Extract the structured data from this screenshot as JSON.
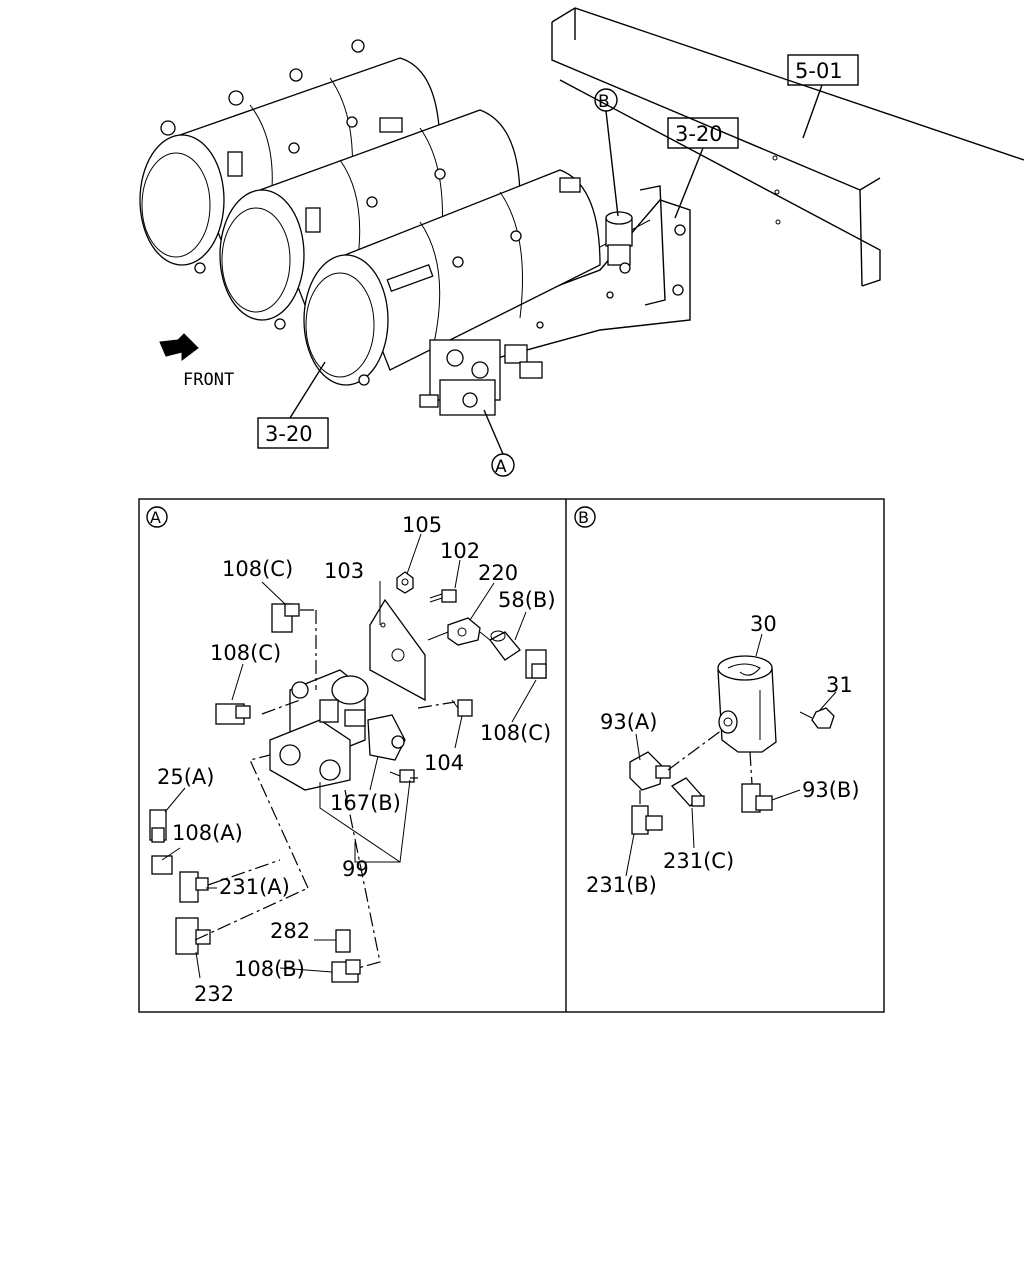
{
  "overview": {
    "ref_frame": "5-01",
    "ref_bracket": "3-20",
    "ref_tanks": "3-20",
    "front_label": "FRONT",
    "callout_a": "A",
    "callout_b": "B"
  },
  "panel_a": {
    "tag": "A",
    "labels": {
      "p105": "105",
      "p102": "102",
      "p220": "220",
      "p103": "103",
      "p108c_1": "108(C)",
      "p58b": "58(B)",
      "p108c_2": "108(C)",
      "p108c_3": "108(C)",
      "p104": "104",
      "p25a": "25(A)",
      "p167b": "167(B)",
      "p108a": "108(A)",
      "p99": "99",
      "p231a": "231(A)",
      "p282": "282",
      "p108b": "108(B)",
      "p232": "232"
    }
  },
  "panel_b": {
    "tag": "B",
    "labels": {
      "p30": "30",
      "p31": "31",
      "p93a": "93(A)",
      "p93b": "93(B)",
      "p231c": "231(C)",
      "p231b": "231(B)"
    }
  }
}
